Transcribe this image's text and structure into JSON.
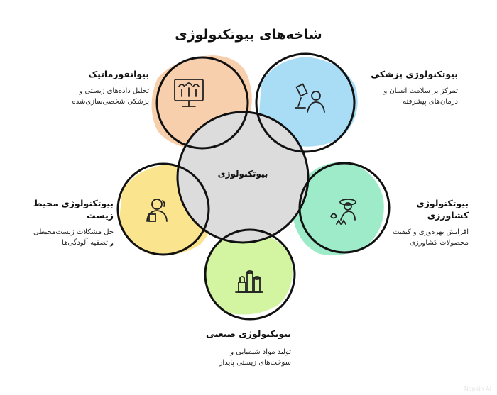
{
  "title": "شاخه‌های بیوتکنولوژی",
  "center": "بیوتکنولوژی",
  "branches": [
    {
      "heading": "بیوانفورماتیک",
      "desc1": "تحلیل داده‌های زیستی و",
      "desc2": "پزشکی شخصی‌سازی‌شده",
      "color": "#f8cfac",
      "icon": "monitor-plants-icon"
    },
    {
      "heading": "بیوتکنولوژی پزشکی",
      "desc1": "تمرکز بر سلامت انسان و",
      "desc2": "درمان‌های پیشرفته",
      "color": "#a9dcf5",
      "icon": "doctor-microscope-icon"
    },
    {
      "heading": "بیوتکنولوژی محیط",
      "heading2": "زیست",
      "desc1": "حل مشکلات زیست‌محیطی",
      "desc2": "و تصفیه آلودگی‌ها",
      "color": "#fbe48e",
      "icon": "cleanup-worker-icon"
    },
    {
      "heading": "بیوتکنولوژی",
      "heading2": "کشاورزی",
      "desc1": "افزایش بهره‌وری و کیفیت",
      "desc2": "محصولات کشاورزی",
      "color": "#9eebc9",
      "icon": "farmer-icon"
    },
    {
      "heading": "بیوتکنولوژی صنعتی",
      "desc1": "تولید مواد شیمیایی و",
      "desc2": "سوخت‌های زیستی پایدار",
      "color": "#d3f5a2",
      "icon": "factory-icon"
    }
  ],
  "center_color": "#dcdcdc",
  "watermark": "Napkin AI"
}
